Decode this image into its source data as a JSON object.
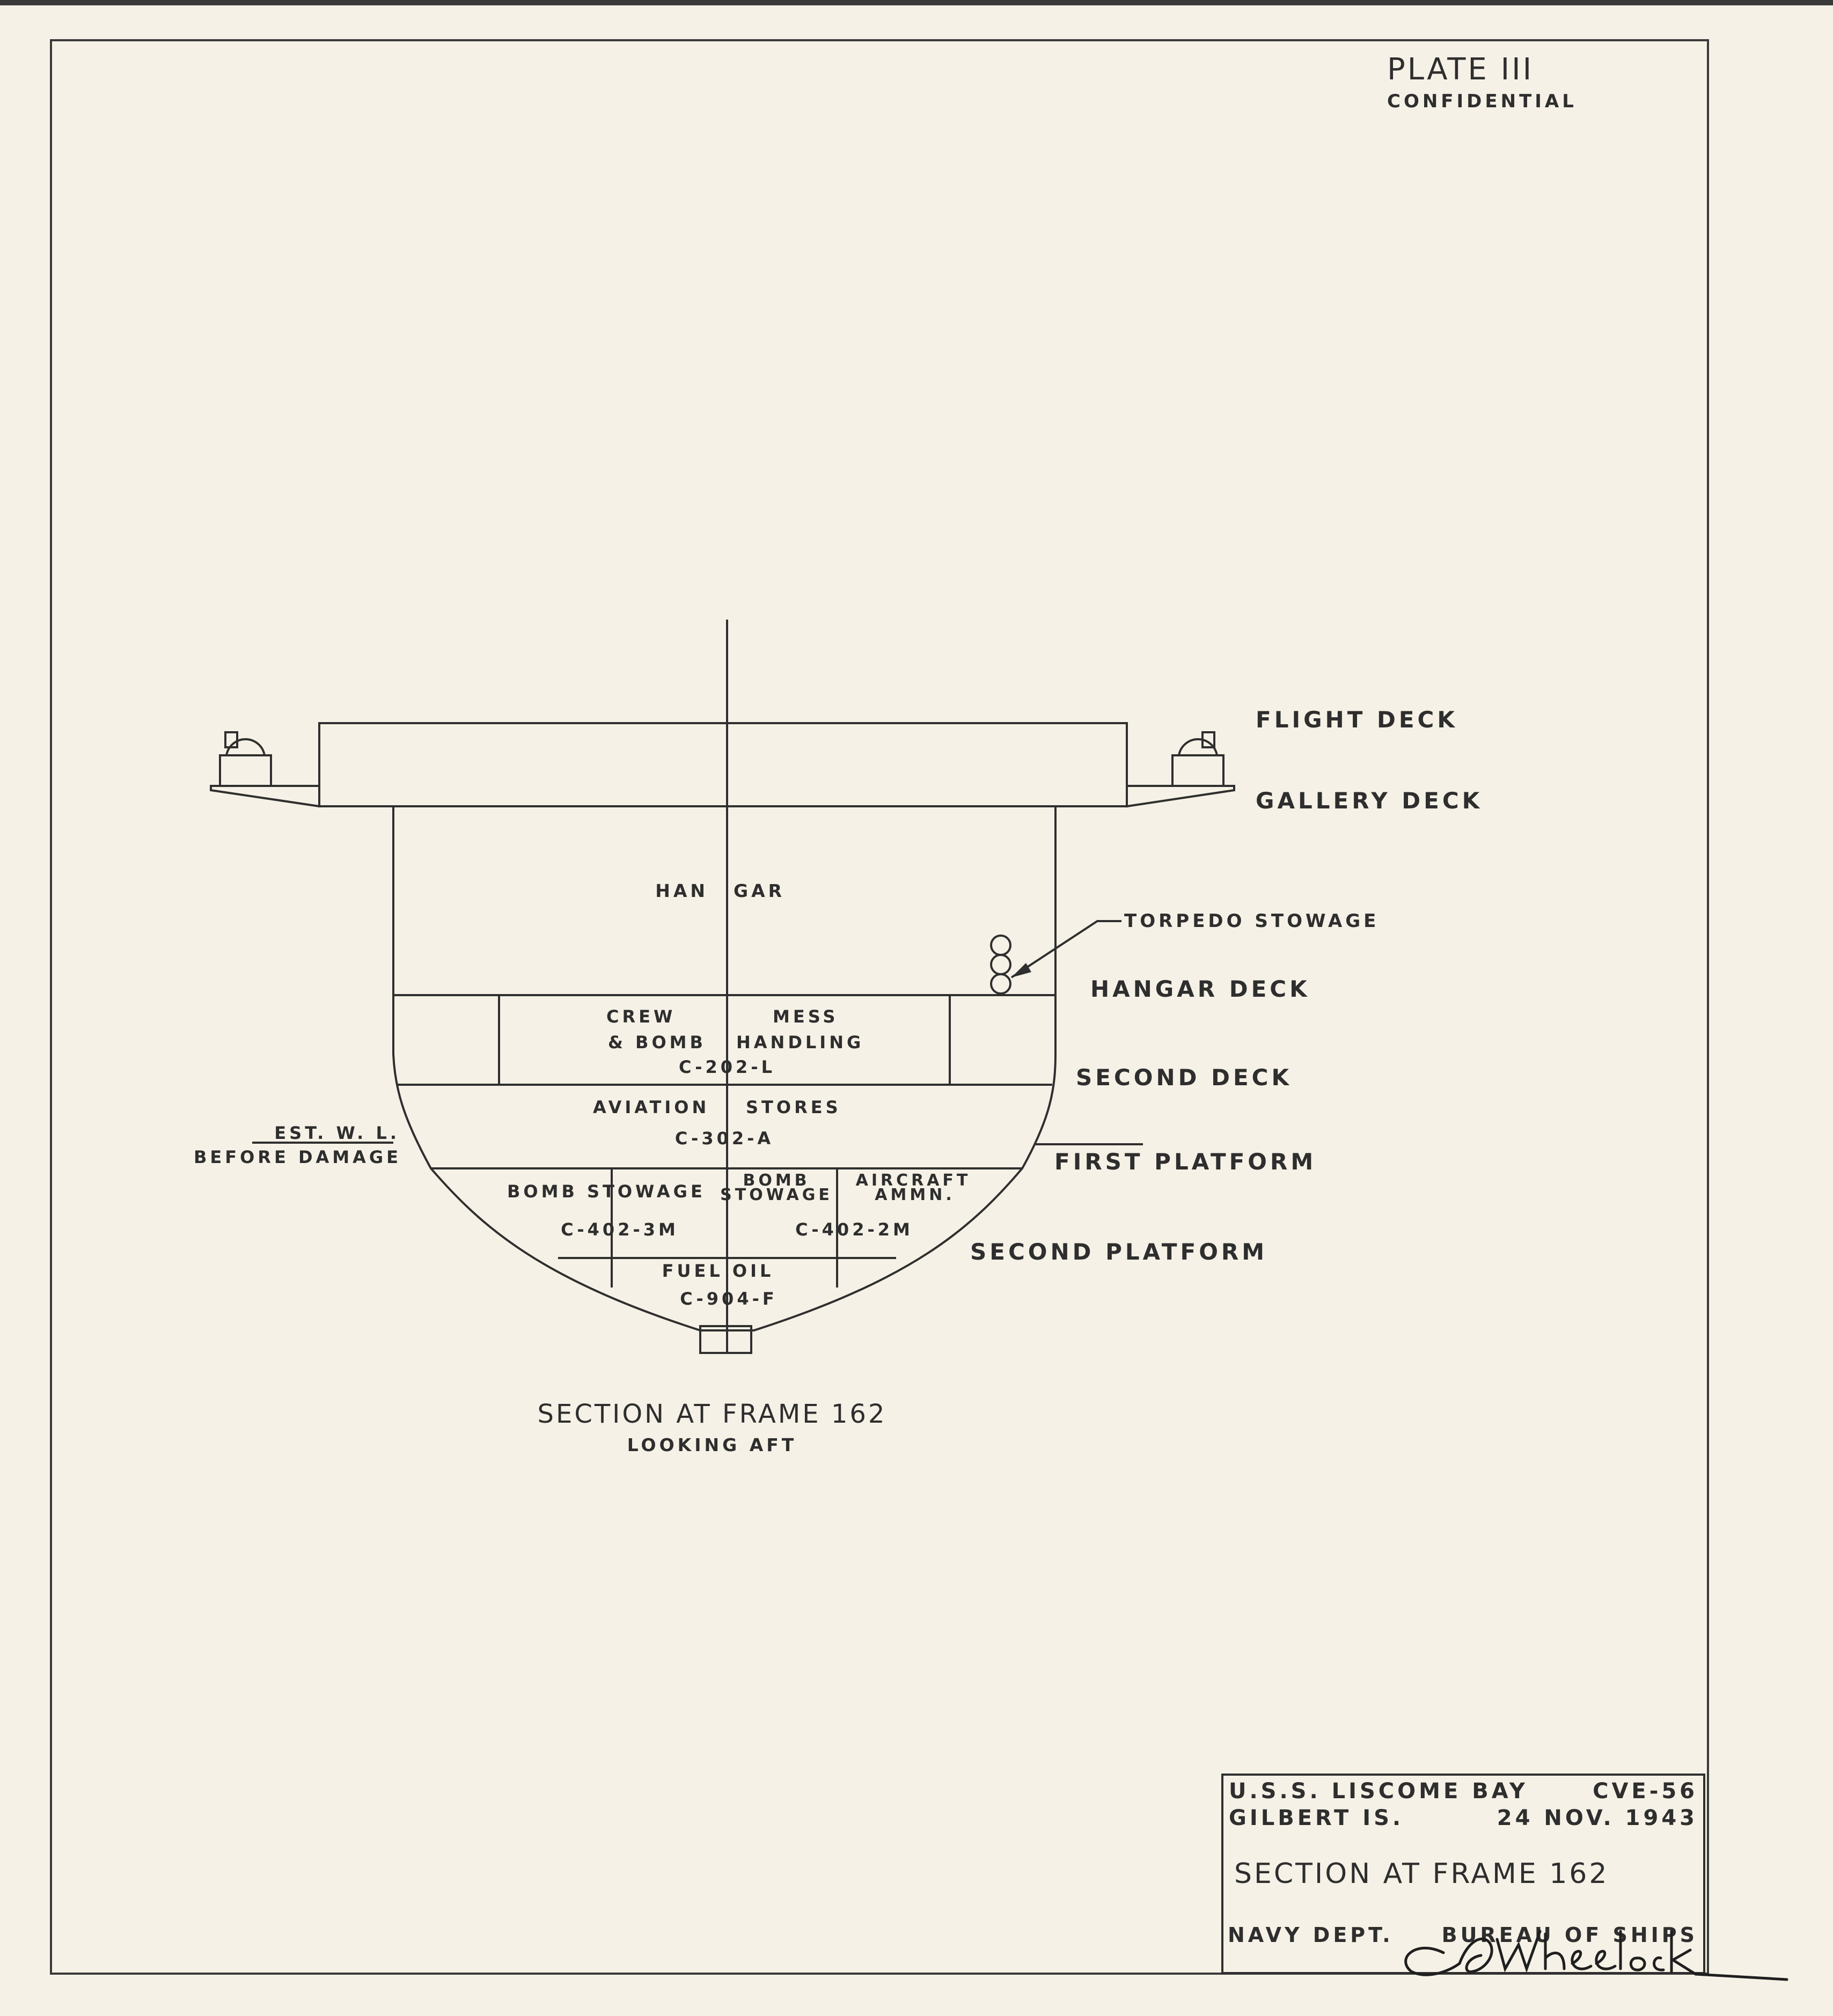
{
  "plate": {
    "title": "PLATE III",
    "classification": "CONFIDENTIAL"
  },
  "decks": {
    "flight": "FLIGHT DECK",
    "gallery": "GALLERY DECK",
    "hangar": "HANGAR DECK",
    "second": "SECOND DECK",
    "first_platform": "FIRST PLATFORM",
    "second_platform": "SECOND PLATFORM"
  },
  "compartments": {
    "hangar_left": "HAN",
    "hangar_right": "GAR",
    "crew_left": "CREW",
    "crew_right": "MESS",
    "bomb_handling_left": "& BOMB",
    "bomb_handling_right": "HANDLING",
    "crew_code": "C-202-L",
    "aviation_left": "AVIATION",
    "aviation_right": "STORES",
    "aviation_code": "C-302-A",
    "bomb_stowage_left": "BOMB STOWAGE",
    "bomb_stowage_left_code": "C-402-3M",
    "bomb_stowage_mid_1": "BOMB",
    "bomb_stowage_mid_2": "STOWAGE",
    "aircraft_1": "AIRCRAFT",
    "aircraft_2": "AMMN.",
    "right_code": "C-402-2M",
    "fuel_oil": "FUEL OIL",
    "fuel_code": "C-904-F"
  },
  "annotations": {
    "torpedo": "TORPEDO STOWAGE",
    "waterline_1": "EST. W. L.",
    "waterline_2": "BEFORE DAMAGE"
  },
  "caption": {
    "title": "SECTION AT FRAME 162",
    "subtitle": "LOOKING AFT"
  },
  "title_block": {
    "ship": "U.S.S. LISCOME BAY",
    "hull": "CVE-56",
    "location": "GILBERT IS.",
    "date": "24 NOV. 1943",
    "title": "SECTION AT FRAME 162",
    "dept": "NAVY DEPT.",
    "bureau": "BUREAU OF SHIPS",
    "signature": "C.D. Wheelock"
  },
  "colors": {
    "paper": "#f6f1e6",
    "ink": "#2e2e2e"
  }
}
